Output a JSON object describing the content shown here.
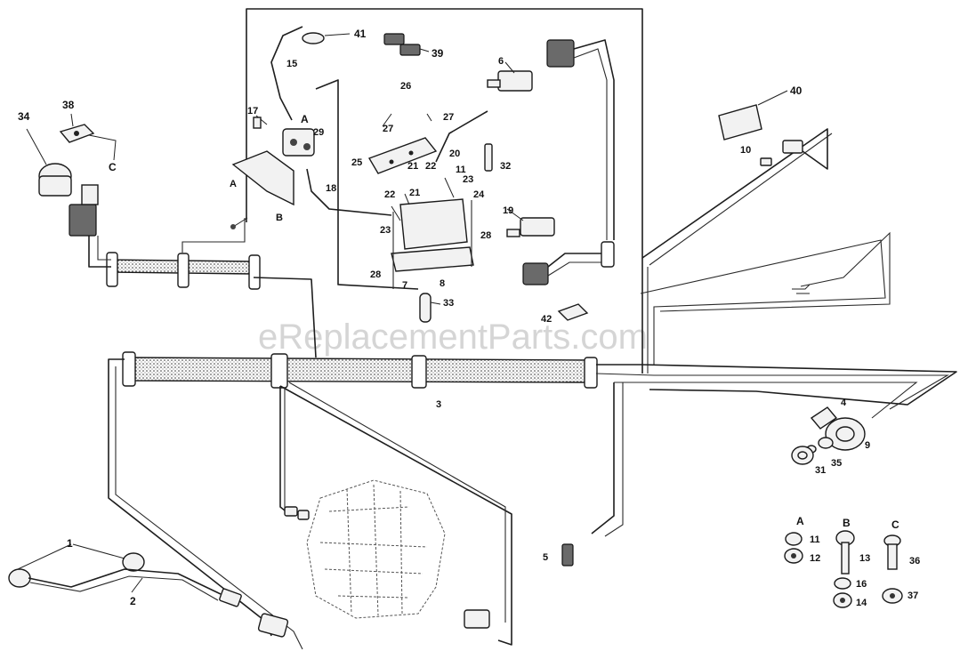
{
  "watermark": "eReplacementParts.com",
  "callouts": {
    "p1": "1",
    "p2": "2",
    "p3": "3",
    "p4": "4",
    "p5": "5",
    "p6": "6",
    "p7": "7",
    "p8": "8",
    "p9": "9",
    "p10": "10",
    "p11": "11",
    "p12": "12",
    "p13": "13",
    "p14": "14",
    "p15": "15",
    "p16": "16",
    "p17": "17",
    "p18": "18",
    "p19": "19",
    "p20": "20",
    "p21": "21",
    "p22": "22",
    "p23": "23",
    "p24": "24",
    "p25": "25",
    "p26": "26",
    "p27": "27",
    "p28": "28",
    "p29": "29",
    "p31": "31",
    "p32": "32",
    "p33": "33",
    "p34": "34",
    "p35": "35",
    "p36": "36",
    "p37": "37",
    "p38": "38",
    "p39": "39",
    "p40": "40",
    "p41": "41",
    "p42": "42",
    "a": "A",
    "b": "B",
    "c": "C"
  }
}
